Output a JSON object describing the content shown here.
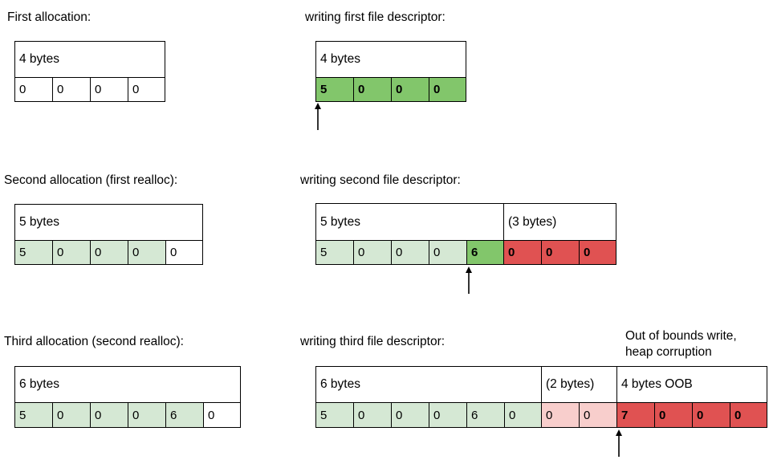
{
  "colors": {
    "white": "#ffffff",
    "light_green": "#d5e8d4",
    "green": "#82c66b",
    "red": "#e05252",
    "pink": "#f8cecc"
  },
  "row1": {
    "left_label": "First allocation:",
    "left_header": "4 bytes",
    "left_cells": [
      "0",
      "0",
      "0",
      "0"
    ],
    "right_label": "writing first file descriptor:",
    "right_header": "4 bytes",
    "right_cells": [
      "5",
      "0",
      "0",
      "0"
    ]
  },
  "row2": {
    "left_label": "Second allocation (first realloc):",
    "left_header": "5 bytes",
    "left_cells": [
      "5",
      "0",
      "0",
      "0",
      "0"
    ],
    "right_label": "writing second file descriptor:",
    "right_header": "5 bytes",
    "right_extra_header": "(3 bytes)",
    "right_cells": [
      "5",
      "0",
      "0",
      "0",
      "6"
    ],
    "right_extra_cells": [
      "0",
      "0",
      "0"
    ]
  },
  "row3": {
    "left_label": "Third allocation (second realloc):",
    "left_header": "6 bytes",
    "left_cells": [
      "5",
      "0",
      "0",
      "0",
      "6",
      "0"
    ],
    "right_label": "writing third file descriptor:",
    "right_header": "6 bytes",
    "right_slack_header": "(2 bytes)",
    "right_oob_header": "4 bytes OOB",
    "right_cells": [
      "5",
      "0",
      "0",
      "0",
      "6",
      "0"
    ],
    "right_slack_cells": [
      "0",
      "0"
    ],
    "right_oob_cells": [
      "7",
      "0",
      "0",
      "0"
    ],
    "note_line1": "Out of bounds write,",
    "note_line2": "heap corruption"
  }
}
